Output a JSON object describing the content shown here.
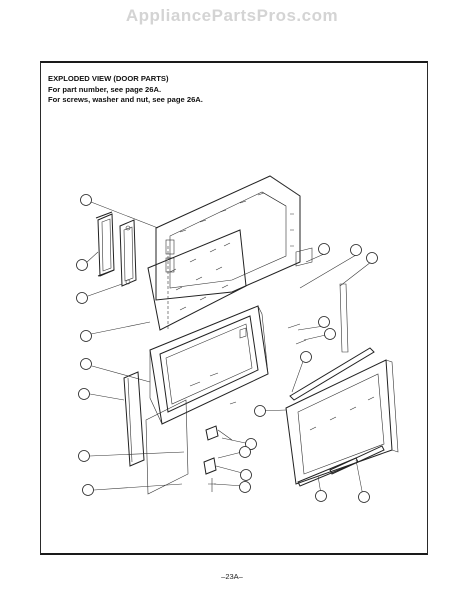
{
  "watermark": "AppliancePartsPros.com",
  "header": {
    "title": "EXPLODED VIEW (DOOR PARTS)",
    "line1": "For part number, see page 26A.",
    "line2": "For screws, washer and nut, see page 26A."
  },
  "page_number": "–23A–"
}
